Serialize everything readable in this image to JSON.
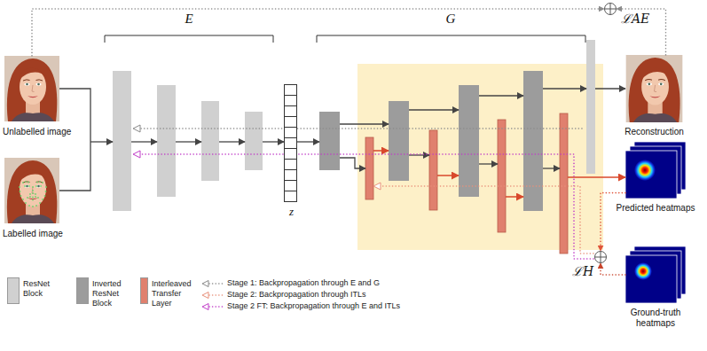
{
  "diagram": {
    "nodes": [
      {
        "text": [
          "Unlabelled image"
        ]
      },
      {
        "text": [
          "Labelled image"
        ]
      },
      {
        "text": [
          "z"
        ]
      },
      {
        "text": [
          "Reconstruction"
        ]
      },
      {
        "text": [
          "Predicted heatmaps"
        ]
      },
      {
        "text": [
          "Ground-truth heatmaps"
        ]
      },
      {
        "text": [
          "ℒAE"
        ]
      },
      {
        "text": [
          "ℒH"
        ]
      }
    ],
    "edges": [
      {
        "from": 0,
        "to": 6,
        "arrow": "to"
      },
      {
        "from": 3,
        "to": 6,
        "arrow": "to"
      },
      {
        "from": 4,
        "to": 7,
        "arrow": "to"
      },
      {
        "from": 5,
        "to": 7,
        "arrow": "to"
      }
    ],
    "labels": [
      "E",
      "G"
    ],
    "legend": [
      {
        "text": "ResNet Block",
        "color": "#d0d0d0"
      },
      {
        "text": "Inverted ResNet Block",
        "color": "#9c9c9c"
      },
      {
        "text": "Interleaved Transfer Layer",
        "color": "#e0806e"
      },
      {
        "text": "Stage 1: Backpropagation through E and G"
      },
      {
        "text": "Stage 2: Backpropagation through ITLs"
      },
      {
        "text": "Stage 2 FT: Backpropagation through E and ITLs"
      }
    ]
  }
}
